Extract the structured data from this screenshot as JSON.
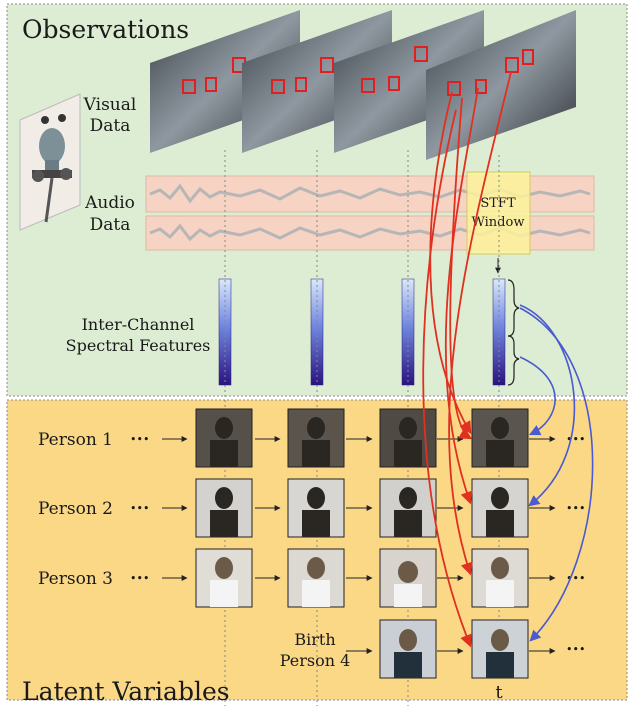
{
  "sections": {
    "observations": "Observations",
    "latent": "Latent Variables"
  },
  "labels": {
    "visual_line1": "Visual",
    "visual_line2": "Data",
    "audio_line1": "Audio",
    "audio_line2": "Data",
    "features_line1": "Inter-Channel",
    "features_line2": "Spectral Features",
    "stft_line1": "STFT",
    "stft_line2": "Window",
    "birth_line1": "Birth",
    "birth_line2": "Person 4",
    "time": "t",
    "ellipsis": "•••"
  },
  "persons": [
    {
      "label": "Person 1"
    },
    {
      "label": "Person 2"
    },
    {
      "label": "Person 3"
    }
  ],
  "colors": {
    "observations_bg": "#dcedd3",
    "latent_bg": "#fad886",
    "audio_band": "#f6d3c3",
    "stft": "#fdf29a",
    "red_arrow": "#e03020",
    "blue_arrow": "#4a5ad0",
    "feature_dark": "#2a1a80",
    "feature_light": "#cfe0f7"
  }
}
